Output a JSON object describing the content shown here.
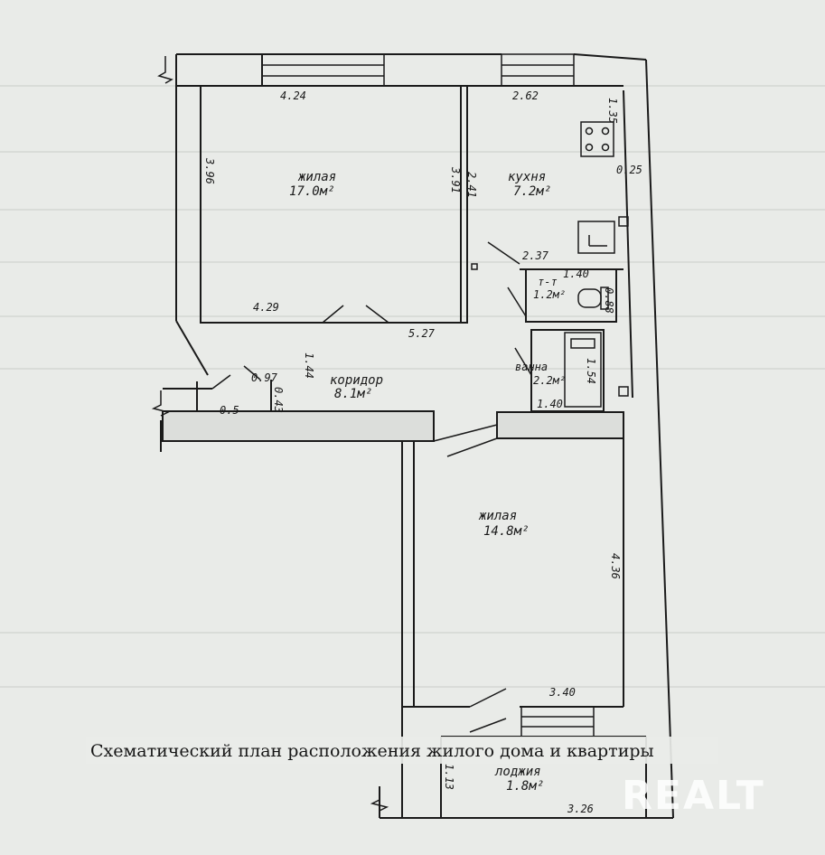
{
  "rooms": {
    "living1": {
      "name": "жилая",
      "area": "17.0м²"
    },
    "kitchen": {
      "name": "кухня",
      "area": "7.2м²"
    },
    "wc": {
      "name": "т-т",
      "area": "1.2м²"
    },
    "bath": {
      "name": "ванна",
      "area": "2.2м²"
    },
    "corridor": {
      "name": "коридор",
      "area": "8.1м²"
    },
    "living2": {
      "name": "жилая",
      "area": "14.8м²"
    },
    "loggia": {
      "name": "лоджия",
      "area": "1.8м²"
    }
  },
  "dims": {
    "d424": "4.24",
    "d262": "2.62",
    "d135": "1.35",
    "d396": "3.96",
    "d391": "3.91",
    "d241": "2.41",
    "d025": "0.25",
    "d237": "2.37",
    "d140a": "1.40",
    "d088": "0.88",
    "d429": "4.29",
    "d527": "5.27",
    "d144": "1.44",
    "d097": "0.97",
    "d043": "0.43",
    "d05": "0.5",
    "d154": "1.54",
    "d140b": "1.40",
    "d436": "4.36",
    "d340": "3.40",
    "d113": "1.13",
    "d326": "3.26"
  },
  "caption": "Схематический план расположения жилого дома и квартиры",
  "watermark": "REALT",
  "colors": {
    "paper": "#e9ebe8",
    "ink": "#1a1a1a"
  }
}
